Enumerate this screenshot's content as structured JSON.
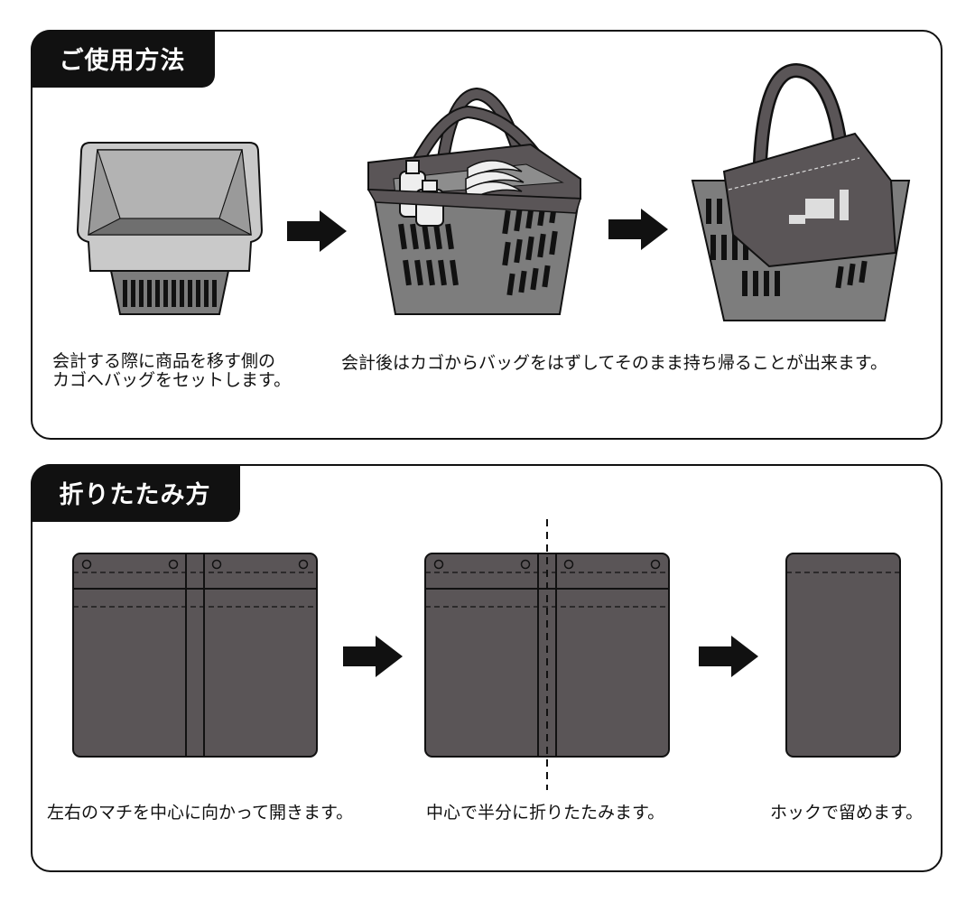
{
  "usage": {
    "title": "ご使用方法",
    "step1_line1": "会計する際に商品を移す側の",
    "step1_line2": "カゴへバッグをセットします。",
    "step2": "会計後はカゴからバッグをはずしてそのまま持ち帰ることが出来ます。"
  },
  "fold": {
    "title": "折りたたみ方",
    "step1": "左右のマチを中心に向かって開きます。",
    "step2": "中心で半分に折りたたみます。",
    "step3": "ホックで留めます。"
  },
  "colors": {
    "bag": "#5a5557",
    "basket_gray": "#7d7d7d",
    "basket_light": "#c9c9c9",
    "ink": "#111111"
  },
  "icons": [
    "arrow-right-icon",
    "basket-empty-icon",
    "basket-with-bag-icon",
    "bag-lifted-icon",
    "bag-unfolded-icon",
    "bag-folded-icon"
  ]
}
